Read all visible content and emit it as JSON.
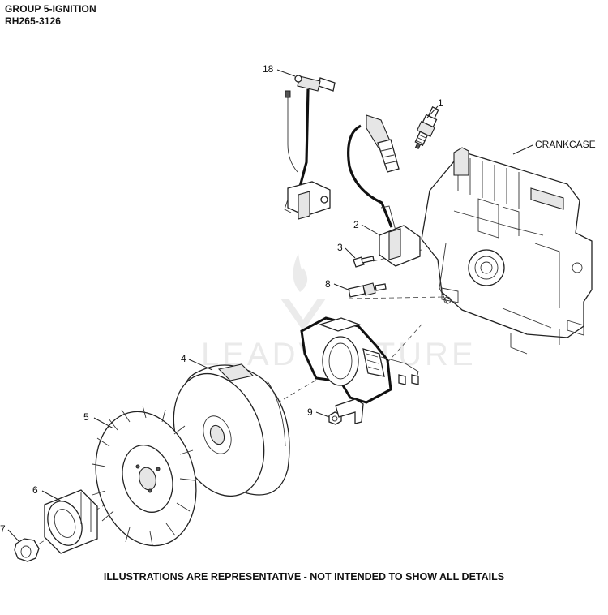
{
  "header": {
    "title": "GROUP 5-IGNITION",
    "model": "RH265-3126"
  },
  "callouts": {
    "c1": "1",
    "c2": "2",
    "c3": "3",
    "c4": "4",
    "c5": "5",
    "c6": "6",
    "c7": "7",
    "c8": "8",
    "c9": "9",
    "c18": "18",
    "crankcase": "CRANKCASE"
  },
  "watermark": "LEADVENTURE",
  "footer": {
    "disclaimer": "ILLUSTRATIONS ARE REPRESENTATIVE - NOT INTENDED TO SHOW ALL DETAILS"
  }
}
